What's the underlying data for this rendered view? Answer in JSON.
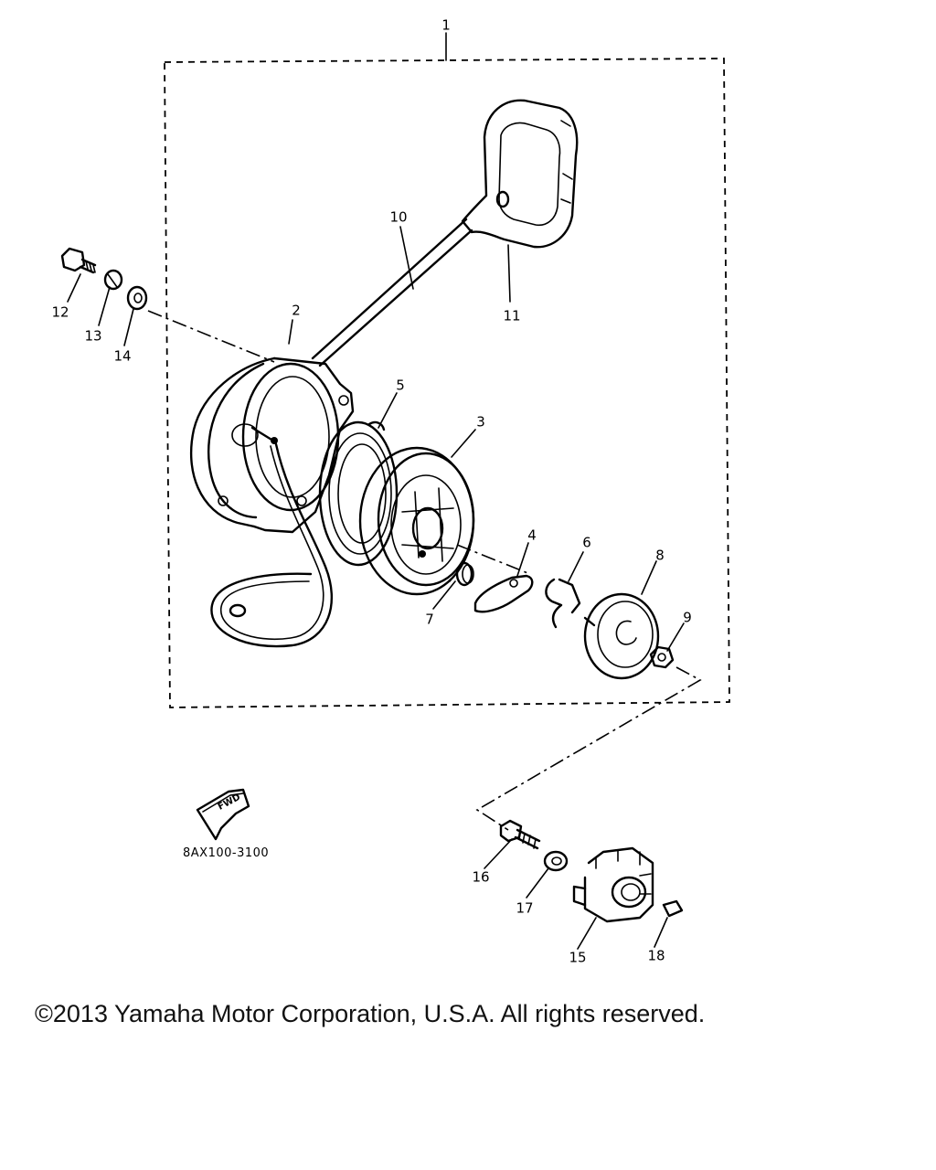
{
  "diagram": {
    "callouts": [
      {
        "id": "1",
        "label": "1"
      },
      {
        "id": "2",
        "label": "2"
      },
      {
        "id": "3",
        "label": "3"
      },
      {
        "id": "4",
        "label": "4"
      },
      {
        "id": "5",
        "label": "5"
      },
      {
        "id": "6",
        "label": "6"
      },
      {
        "id": "7",
        "label": "7"
      },
      {
        "id": "8",
        "label": "8"
      },
      {
        "id": "9",
        "label": "9"
      },
      {
        "id": "10",
        "label": "10"
      },
      {
        "id": "11",
        "label": "11"
      },
      {
        "id": "12",
        "label": "12"
      },
      {
        "id": "13",
        "label": "13"
      },
      {
        "id": "14",
        "label": "14"
      },
      {
        "id": "15",
        "label": "15"
      },
      {
        "id": "16",
        "label": "16"
      },
      {
        "id": "17",
        "label": "17"
      },
      {
        "id": "18",
        "label": "18"
      }
    ],
    "fwd_label": "FWD",
    "part_code": "8AX100-3100"
  },
  "footer": {
    "copyright": "©2013 Yamaha Motor Corporation, U.S.A. All rights reserved."
  }
}
